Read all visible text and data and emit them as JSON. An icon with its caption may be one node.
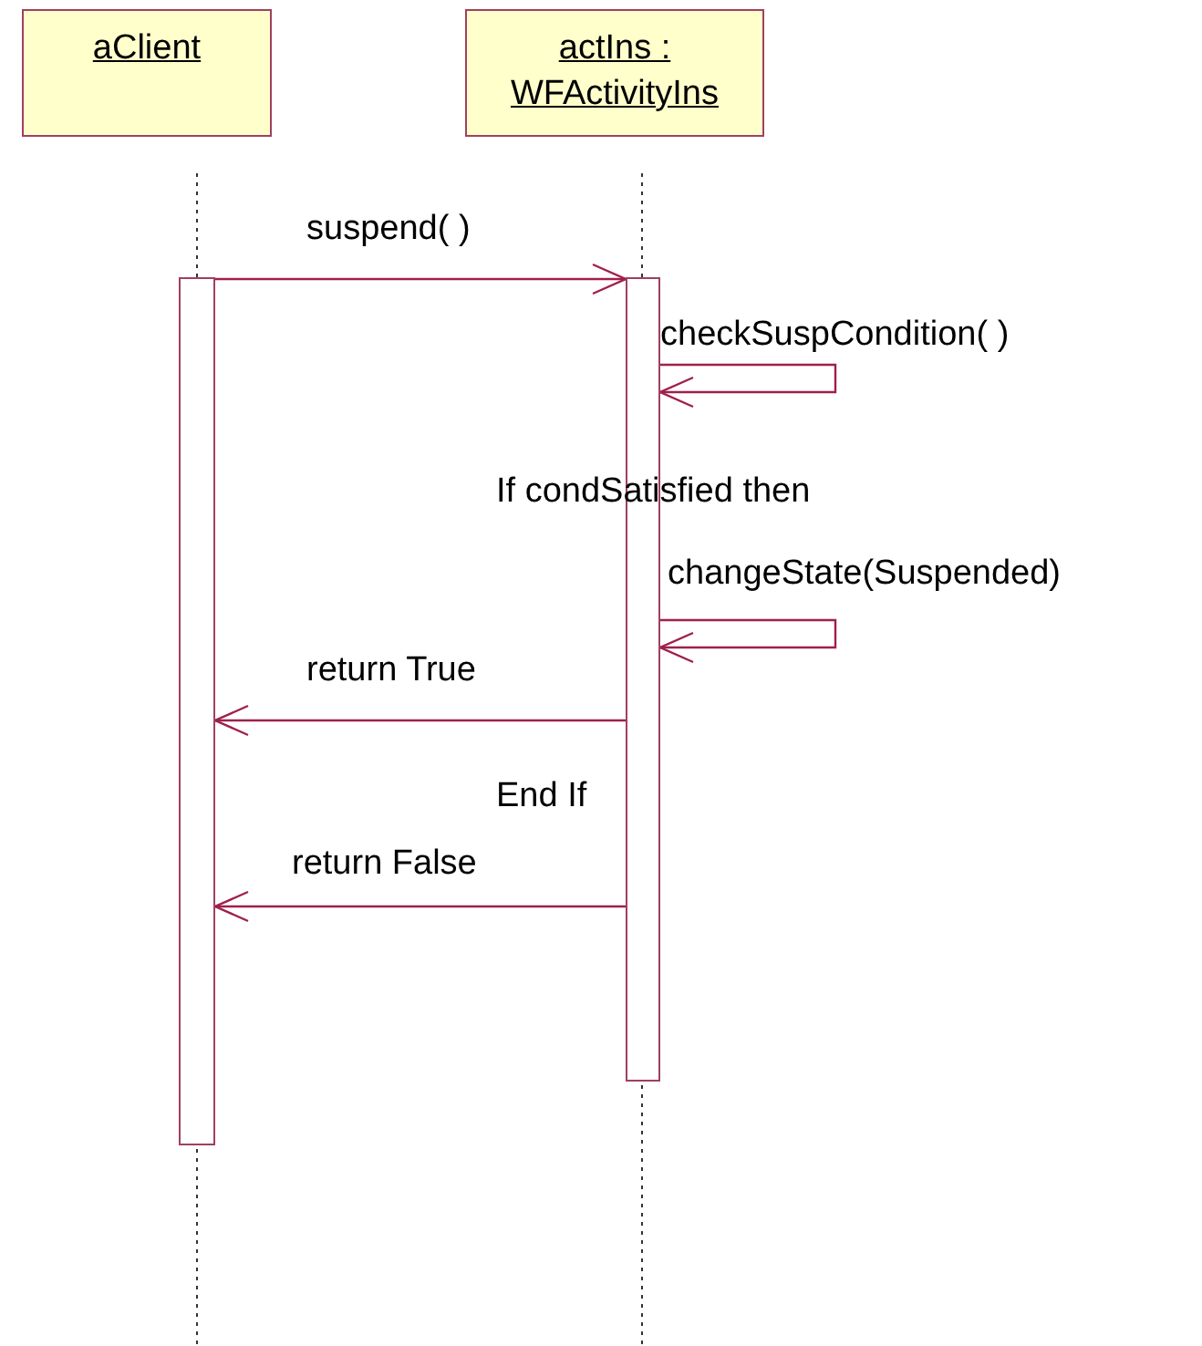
{
  "diagram": {
    "nodes": [
      {
        "text": [
          "aClient"
        ]
      },
      {
        "text": [
          "actIns : WFActivityIns"
        ]
      },
      {
        "text": [],
        "shape": "bar"
      },
      {
        "text": [],
        "shape": "bar"
      }
    ],
    "edges": [
      {
        "from": 2,
        "to": 3,
        "arrow": "to",
        "label": "suspend( )"
      },
      {
        "from": 3,
        "to": 3,
        "arrow": "to",
        "label": "checkSuspCondition( )"
      },
      {
        "from": 3,
        "to": 3,
        "arrow": "to",
        "label": "changeState(Suspended)"
      },
      {
        "from": 3,
        "to": 2,
        "arrow": "to",
        "label": "return True"
      },
      {
        "from": 3,
        "to": 2,
        "arrow": "to",
        "label": "return False"
      }
    ],
    "labels": [
      "If condSatisfied then",
      "End If"
    ]
  }
}
